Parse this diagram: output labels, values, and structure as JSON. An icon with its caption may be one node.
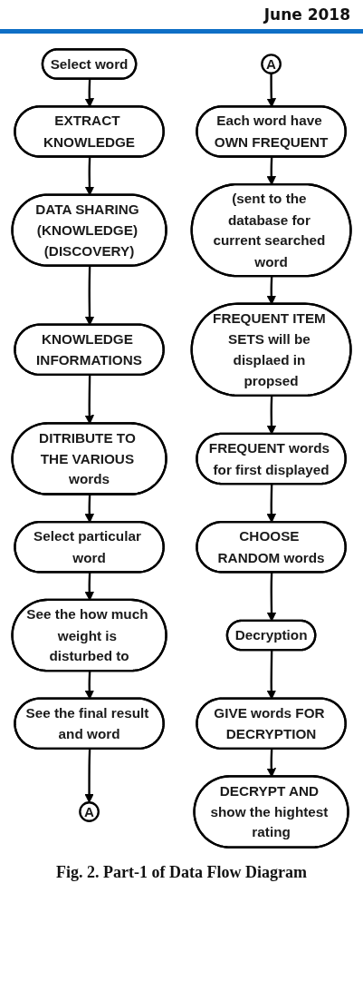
{
  "diagram": {
    "caption": "Fig. 2. Part-1 of Data Flow Diagram",
    "nodes": [
      {
        "text": [
          "Select word"
        ]
      },
      {
        "text": [
          "EXTRACT KNOWLEDGE"
        ]
      },
      {
        "text": [
          "DATA SHARING (KNOWLEDGE) (DISCOVERY)"
        ]
      },
      {
        "text": [
          "KNOWLEDGE INFORMATIONS"
        ]
      },
      {
        "text": [
          "DITRIBUTE TO THE VARIOUS words"
        ]
      },
      {
        "text": [
          "Select particular word"
        ]
      },
      {
        "text": [
          "See the how much weight is disturbed to"
        ]
      },
      {
        "text": [
          "See the final result and word"
        ]
      },
      {
        "text": [
          "A"
        ]
      },
      {
        "text": [
          "A"
        ]
      },
      {
        "text": [
          "Each word have OWN FREQUENT"
        ]
      },
      {
        "text": [
          "(sent to the database for current searched word"
        ]
      },
      {
        "text": [
          "FREQUENT ITEM SETS will be displaed in propsed"
        ]
      },
      {
        "text": [
          "FREQUENT words for first displayed"
        ]
      },
      {
        "text": [
          "CHOOSE RANDOM words"
        ]
      },
      {
        "text": [
          "Decryption"
        ]
      },
      {
        "text": [
          "GIVE words FOR DECRYPTION"
        ]
      },
      {
        "text": [
          "DECRYPT AND show the hightest rating"
        ]
      }
    ],
    "edges": [
      {
        "from": 0,
        "to": 1,
        "arrow": "to"
      },
      {
        "from": 1,
        "to": 2,
        "arrow": "to"
      },
      {
        "from": 2,
        "to": 3,
        "arrow": "to"
      },
      {
        "from": 3,
        "to": 4,
        "arrow": "to"
      },
      {
        "from": 4,
        "to": 5,
        "arrow": "to"
      },
      {
        "from": 5,
        "to": 6,
        "arrow": "to"
      },
      {
        "from": 6,
        "to": 7,
        "arrow": "to"
      },
      {
        "from": 7,
        "to": 8,
        "arrow": "to"
      },
      {
        "from": 9,
        "to": 10,
        "arrow": "to"
      },
      {
        "from": 10,
        "to": 11,
        "arrow": "to"
      },
      {
        "from": 11,
        "to": 12,
        "arrow": "to"
      },
      {
        "from": 12,
        "to": 13,
        "arrow": "to"
      },
      {
        "from": 13,
        "to": 14,
        "arrow": "to"
      },
      {
        "from": 14,
        "to": 15,
        "arrow": "to"
      },
      {
        "from": 15,
        "to": 16,
        "arrow": "to"
      },
      {
        "from": 16,
        "to": 17,
        "arrow": "to"
      }
    ],
    "labels": [
      "June 2018"
    ]
  }
}
